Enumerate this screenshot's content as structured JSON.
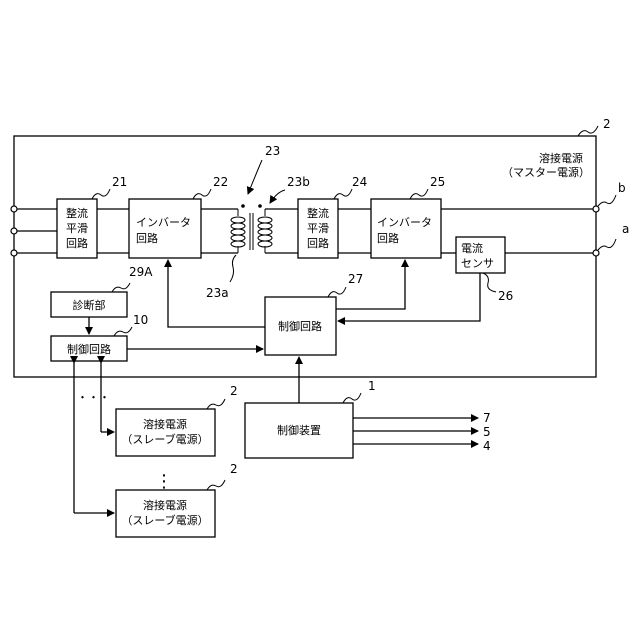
{
  "master_box": {
    "title_line1": "溶接電源",
    "title_line2": "（マスター電源）",
    "ref": "2"
  },
  "blocks": {
    "rect1": {
      "lines": [
        "整流",
        "平滑",
        "回路"
      ],
      "ref": "21"
    },
    "inv1": {
      "lines": [
        "インバータ",
        "回路"
      ],
      "ref": "22"
    },
    "transformer": {
      "ref": "23",
      "primary_ref": "23a",
      "secondary_ref": "23b"
    },
    "rect2": {
      "lines": [
        "整流",
        "平滑",
        "回路"
      ],
      "ref": "24"
    },
    "inv2": {
      "lines": [
        "インバータ",
        "回路"
      ],
      "ref": "25"
    },
    "sensor": {
      "lines": [
        "電流",
        "センサ"
      ],
      "ref": "26"
    },
    "ctrl_main": {
      "label": "制御回路",
      "ref": "27"
    },
    "diag": {
      "label": "診断部",
      "ref": "29A"
    },
    "ctrl10": {
      "label": "制御回路",
      "ref": "10"
    }
  },
  "terminals": {
    "b": "b",
    "a": "a"
  },
  "slaves": [
    {
      "line1": "溶接電源",
      "line2": "（スレーブ電源）",
      "ref": "2"
    },
    {
      "line1": "溶接電源",
      "line2": "（スレーブ電源）",
      "ref": "2"
    }
  ],
  "dots": {
    "horizontal": "・・・",
    "vertical": "⋮"
  },
  "control_device": {
    "label": "制御装置",
    "ref": "1",
    "outputs": [
      "7",
      "5",
      "4"
    ]
  }
}
